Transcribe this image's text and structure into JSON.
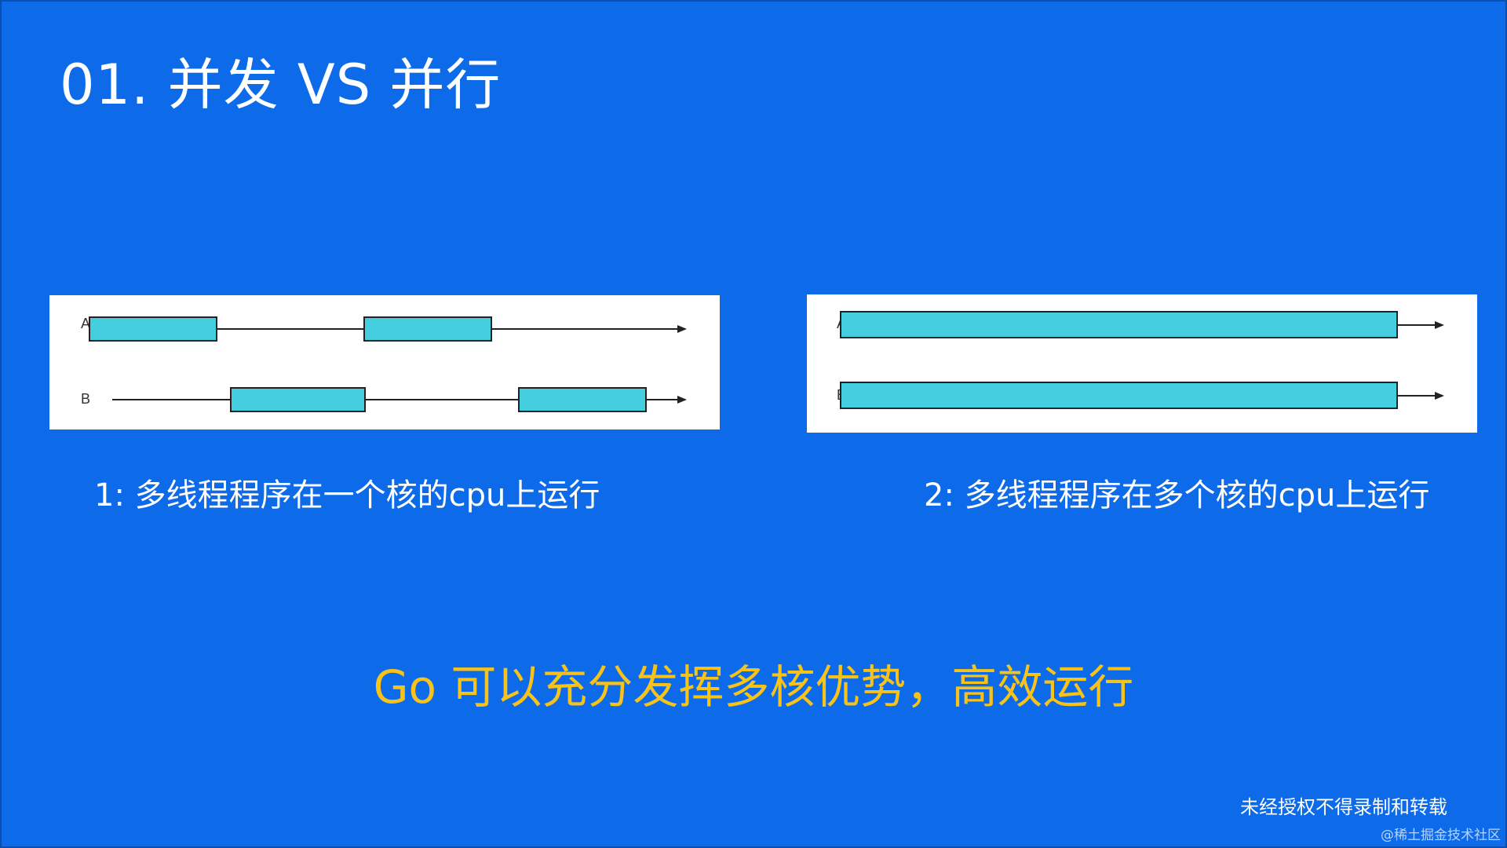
{
  "slide": {
    "title": "01. 并发 VS 并行",
    "highlight": "Go 可以充分发挥多核优势，高效运行",
    "notice": "未经授权不得录制和转载",
    "source_mark": "@稀土掘金技术社区"
  },
  "colors": {
    "background": "#0D6BEA",
    "highlight_text": "#F7C21A",
    "task_block_fill": "#45CDE0",
    "line": "#222222"
  },
  "diagrams": [
    {
      "caption": "1: 多线程程序在一个核的cpu上运行",
      "mode": "concurrent",
      "rows": [
        {
          "label": "A",
          "tasks": [
            [
              0.06,
              0.25
            ],
            [
              0.47,
              0.66
            ]
          ]
        },
        {
          "label": "B",
          "tasks": [
            [
              0.27,
              0.47
            ],
            [
              0.7,
              0.89
            ]
          ]
        }
      ]
    },
    {
      "caption": "2: 多线程程序在多个核的cpu上运行",
      "mode": "parallel",
      "rows": [
        {
          "label": "A",
          "tasks": [
            [
              0.05,
              0.88
            ]
          ]
        },
        {
          "label": "B",
          "tasks": [
            [
              0.05,
              0.88
            ]
          ]
        }
      ]
    }
  ]
}
